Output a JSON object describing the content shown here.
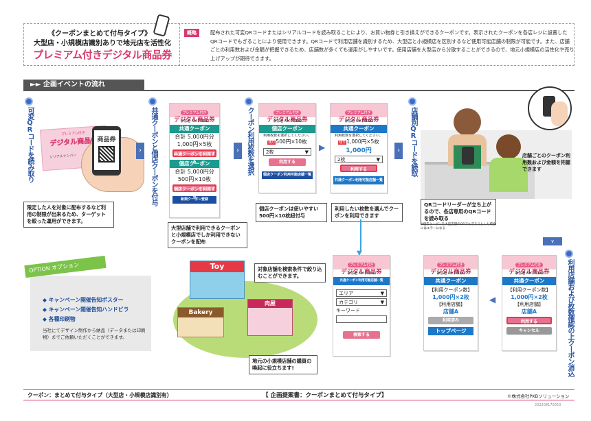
{
  "header": {
    "sub1": "《クーポンまとめて付与タイプ》",
    "sub2": "大型店・小規模店識別ありで地元店を活性化",
    "title": "プレミアム付きデジタル商品券",
    "gaiyo_label": "概略",
    "gaiyo_text": "配布された可変QRコードまたはシリアルコードを読み取ることにより、お買い物券と引き換えができるクーポンです。表示されたクーポンを各店レジに設置したQRコードでもぎることにより使用できます。QRコードで利用店舗を識別するため、大型店と小規模店を区別するなど使用可能店舗の制限が可能です。また、店舗ごとの利用数および金額が把握できるため、店舗数が多くても運用がしやすいです。使用店舗を大型店から分散することができるので、地元小規模店の活性化や売り上げアップが期待できます。"
  },
  "section": {
    "title": "►►  企画イベントの流れ"
  },
  "steps": {
    "v1": "可変QRコードを読み取り",
    "v2": "共通クーポンと個店クーポンを付与",
    "v3": "クーポン利用枚数を選択",
    "v4": "店舗別QRコードを読取",
    "v5": "利用店舗および枚数確認の上クーポン消込"
  },
  "card_common": {
    "premium": "プレミアム付き",
    "title": "デジタル商品券",
    "ticket_no": "参加者 No.00000",
    "select_prompt": "利用枚数を選択してください。"
  },
  "phone1": {
    "ticket_title": "デジタル商品券",
    "serial": "シリアルナンバー",
    "qr_label": "商品券"
  },
  "card2": {
    "common_label": "共通クーポン",
    "common_total": "合計 5,000円分",
    "common_qty": "1,000円×5枚",
    "common_btn": "共通クーポンを利用する",
    "local_label": "個店クーポン",
    "local_total": "合計 5,000円分",
    "local_qty": "500円×10枚",
    "local_btn": "個店クーポンを利用する",
    "new_btn": "新規クーポン登録"
  },
  "card3": {
    "label": "個店クーポン",
    "remain_badge": "残り",
    "remain": "500円×10枚",
    "select_val": "2枚",
    "btn": "利用する",
    "list_btn": "個店クーポン利用可能店舗一覧"
  },
  "card4": {
    "label": "共通クーポン",
    "remain_badge": "残り",
    "remain": "1,000円×5枚",
    "amount": "1,000円",
    "select_val": "2枚",
    "btn": "利用する",
    "list_btn": "共通クーポン利用可能店舗一覧"
  },
  "notes": {
    "n1": "限定した人を対象に配布するなど利用の制限が出来るため、ターゲットを絞った運用ができます。",
    "n2": "大型店舗で利用できるクーポンと小規模店でしか利用できないクーポンを配布",
    "n3": "個店クーポンは使いやすい500円×10枚紐付与",
    "n4": "利用したい枚数を選んでクーポンを利用できます",
    "n5": "QRコードリーダーが立ち上がるので、各店専用のQRコードを読み取る",
    "n5sub": "※個店クーポンを大型店舗のQRでもぎろうとした場合にはエラーになる",
    "n6": "店舗ごとのクーポン利用数および金額を把握できます",
    "n7": "対象店舗を検索条件で絞り込むことができます。",
    "n8": "地元の小規模店舗の購買の喚起に役立ちます!"
  },
  "search_card": {
    "bar": "共通クーポン利用可能店舗一覧",
    "area": "エリア",
    "category": "カテゴリ",
    "keyword": "キーワード",
    "btn": "検索する"
  },
  "confirm1": {
    "label": "共通クーポン",
    "count_label": "【利用クーポン数】",
    "count": "1,000円×2枚",
    "shop_label": "【利用店舗】",
    "shop": "店舗A",
    "done": "利用済み",
    "top": "トップページ"
  },
  "confirm2": {
    "label": "共通クーポン",
    "count_label": "【利用クーポン数】",
    "count": "1,000円×2枚",
    "shop_label": "【利用店舗】",
    "shop": "店舗A",
    "use": "利用する",
    "cancel": "キャンセル"
  },
  "shops": {
    "toy": "Toy",
    "bakery": "Bakery",
    "meat": "肉屋"
  },
  "option": {
    "tag": "OPTION  オプション",
    "items": [
      "キャンペーン開催告知ポスター",
      "キャンペーン開催告知ハンドビラ",
      "各種印刷物"
    ],
    "note": "当社にてデザイン制作から納品（データまたは印刷物）までご依頼いただくことができます。"
  },
  "footer": {
    "left": "クーポン：まとめて付与タイプ（大型店・小規模店識別有）",
    "center": "【 企画提案書：クーポンまとめて付与タイプ】",
    "right": "©株式会社PKBソリューション",
    "doc_id": "20220817005​0"
  },
  "colors": {
    "accent": "#d83a6c",
    "blue": "#2a55a0",
    "teal": "#1b9a8f"
  }
}
